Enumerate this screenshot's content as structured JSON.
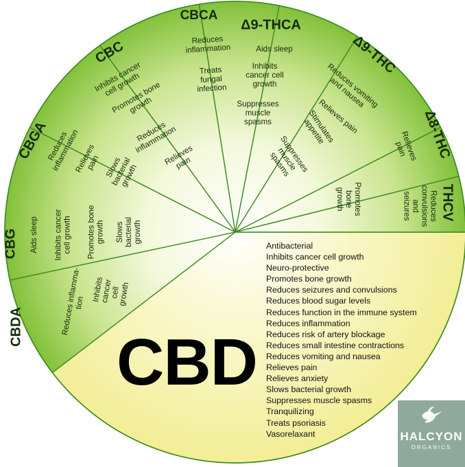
{
  "colors": {
    "cbd_fill": "#f6f2a4",
    "sector_light": "#eef6c7",
    "sector_dark": "#8cc63f",
    "line": "#3e8a1e",
    "logo_bg": "#8faa9c"
  },
  "cbd": {
    "name": "CBD",
    "benefits": [
      "Antibacterial",
      "Inhibits cancer cell growth",
      "Neuro-protective",
      "Promotes bone growth",
      "Reduces seizures and convulsions",
      "Reduces blood sugar levels",
      "Reduces function in the immune system",
      "Reduces inflammation",
      "Reduces risk of artery blockage",
      "Reduces small intestine contractions",
      "Reduces vomiting and nausea",
      "Relieves pain",
      "Relieves anxiety",
      "Slows bacterial growth",
      "Suppresses muscle spasms",
      "Tranquilizing",
      "Treats psoriasis",
      "Vasorelaxant"
    ]
  },
  "sectors": [
    {
      "id": "cbda",
      "name": "CBDA",
      "benefits": [
        "Reduces inflamma-\ntion",
        "Inhibits\ncancer\ncell\ngrowth"
      ]
    },
    {
      "id": "cbg",
      "name": "CBG",
      "benefits": [
        "Aids sleep",
        "Inhibits cancer\ncell growth",
        "Promotes bone\ngrowth",
        "Slows\nbacterial\ngrowth"
      ]
    },
    {
      "id": "cbga",
      "name": "CBGA",
      "benefits": [
        "Reduces\ninflammation",
        "Relieves\npain",
        "Slows\nbacterial\ngrowth"
      ]
    },
    {
      "id": "cbc",
      "name": "CBC",
      "benefits": [
        "Inhibits cancer\ncell growth",
        "Promotes bone\ngrowth",
        "Reduces\ninflammation",
        "Relieves\npain"
      ]
    },
    {
      "id": "cbca",
      "name": "CBCA",
      "benefits": [
        "Reduces\ninflammation",
        "Treats\nfungal\ninfection"
      ]
    },
    {
      "id": "d9thca",
      "name": "Δ9-THCA",
      "benefits": [
        "Aids sleep",
        "Inhibits\ncancer cell\ngrowth",
        "Suppresses\nmuscle\nspasms"
      ]
    },
    {
      "id": "d9thc",
      "name": "Δ9-THC",
      "benefits": [
        "Reduces vomiting\nand nausea",
        "Relieves pain",
        "Stimulates\nappetite",
        "Suppresses\nmuscle\nspasms"
      ]
    },
    {
      "id": "d8thc",
      "name": "Δ8-THC",
      "benefits": [
        "Relieves\npain"
      ]
    },
    {
      "id": "thcv",
      "name": "THCV",
      "benefits": [
        "Reduces\nconvulsions\nand\nseizures",
        "Promotes\nbone\ngrowth"
      ]
    }
  ],
  "logo": {
    "icon": "hummingbird-icon",
    "name": "HALCYON",
    "sub": "ORGANICS"
  }
}
